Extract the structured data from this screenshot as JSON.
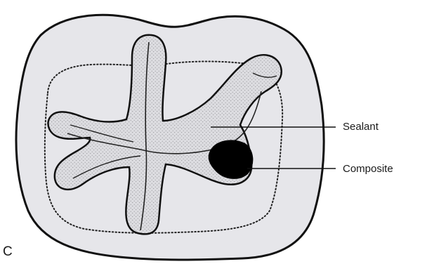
{
  "figure": {
    "panel_letter": "C",
    "labels": {
      "sealant": "Sealant",
      "composite": "Composite"
    },
    "colors": {
      "outline": "#111111",
      "tooth_fill": "#e6e6ea",
      "sealant_fill": "#d2d2d6",
      "composite_fill": "#000000",
      "background": "#ffffff"
    }
  }
}
